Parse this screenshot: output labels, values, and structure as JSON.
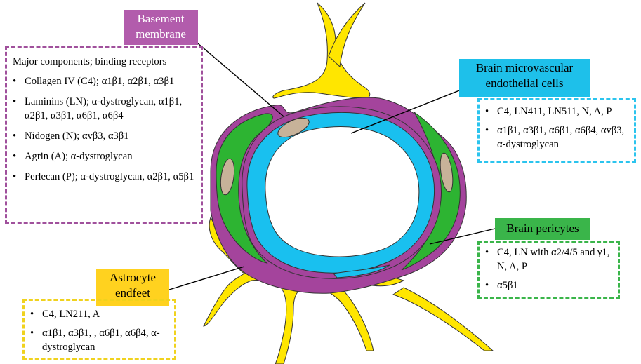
{
  "labels": {
    "basement": "Basement membrane",
    "endothelial": "Brain microvascular endothelial cells",
    "pericytes": "Brain pericytes",
    "astrocyte": "Astrocyte endfeet"
  },
  "basement_box": {
    "heading": "Major components; binding receptors",
    "items": [
      "Collagen IV (C4); α1β1, α2β1, α3β1",
      "Laminins (LN); α-dystroglycan, α1β1, α2β1, α3β1, α6β1, α6β4",
      "Nidogen (N); αvβ3, α3β1",
      "Agrin (A); α-dystroglycan",
      "Perlecan (P); α-dystroglycan, α2β1, α5β1"
    ]
  },
  "endothelial_box": {
    "items": [
      "C4, LN411, LN511, N, A, P",
      "α1β1, α3β1, α6β1, α6β4, αvβ3, α-dystroglycan"
    ]
  },
  "pericytes_box": {
    "items": [
      "C4, LN with α2/4/5 and γ1, N, A, P",
      "α5β1"
    ]
  },
  "astrocyte_box": {
    "items": [
      "C4, LN211, A",
      "α1β1, α3β1, , α6β1, α6β4, α-dystroglycan"
    ]
  },
  "colors": {
    "basement_membrane": "#a4449c",
    "endothelial": "#19c0ef",
    "pericyte": "#2db432",
    "astrocyte": "#ffe600",
    "nucleus": "#c7b299"
  }
}
